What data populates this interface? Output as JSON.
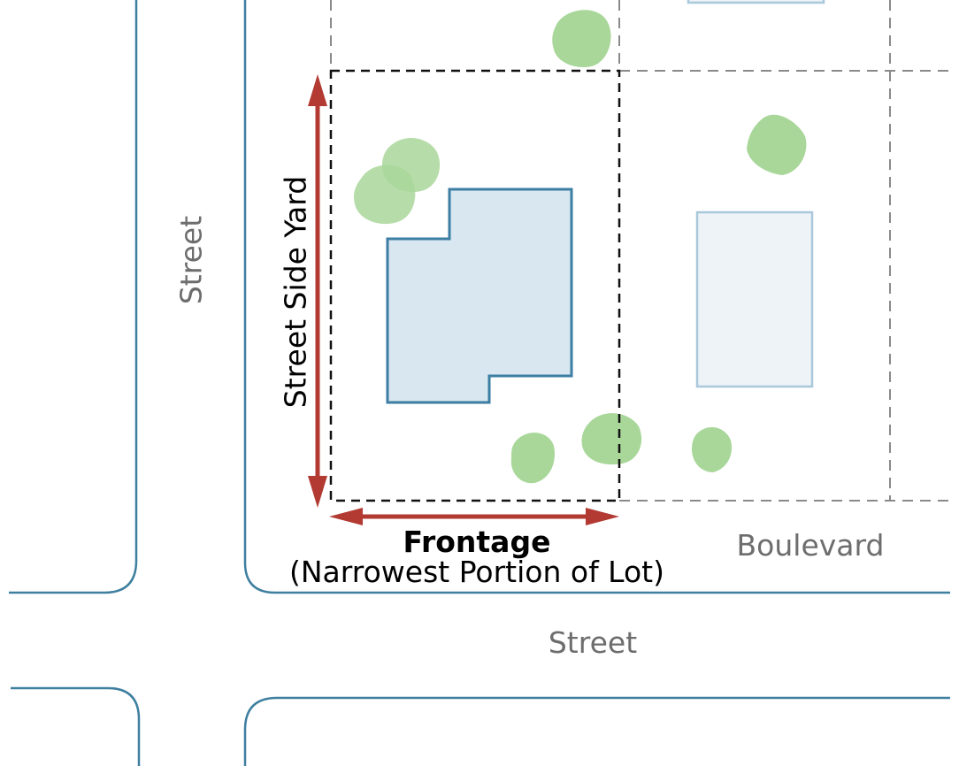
{
  "labels": {
    "street_left": "Street",
    "street_bottom": "Street",
    "boulevard": "Boulevard",
    "side_yard": "Street Side Yard",
    "frontage_title": "Frontage",
    "frontage_note": "(Narrowest Portion of Lot)"
  },
  "colors": {
    "curb": "#3f7fa0",
    "lot_line_subject": "#111111",
    "lot_line_other": "#8a8a8a",
    "building_subject_fill": "#d8e7f0",
    "building_subject_stroke": "#3d7ea3",
    "building_other_fill": "#eef3f7",
    "building_other_stroke": "#a9c8db",
    "tree": "#a9d79a",
    "dimension_arrow": "#b23a32",
    "label_gray": "#6d6d6d"
  }
}
